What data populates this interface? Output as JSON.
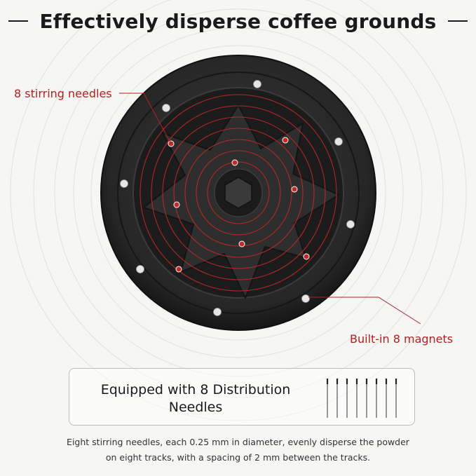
{
  "headline": {
    "text": "Effectively disperse coffee grounds"
  },
  "callouts": {
    "needles": "8 stirring needles",
    "magnets": "Built-in 8 magnets"
  },
  "info_box": {
    "title_line1": "Equipped with 8 Distribution",
    "title_line2": "Needles"
  },
  "description": {
    "line1": "Eight stirring needles, each 0.25 mm in diameter, evenly disperse the powder",
    "line2": "on eight tracks, with a spacing of 2 mm between the tracks."
  },
  "colors": {
    "accent": "#b3201f",
    "product": "#2a2a2a",
    "background": "#f6f6f4"
  },
  "icons": {
    "product": "coffee-distributor-photo",
    "needles": "needle-set-illustration"
  }
}
